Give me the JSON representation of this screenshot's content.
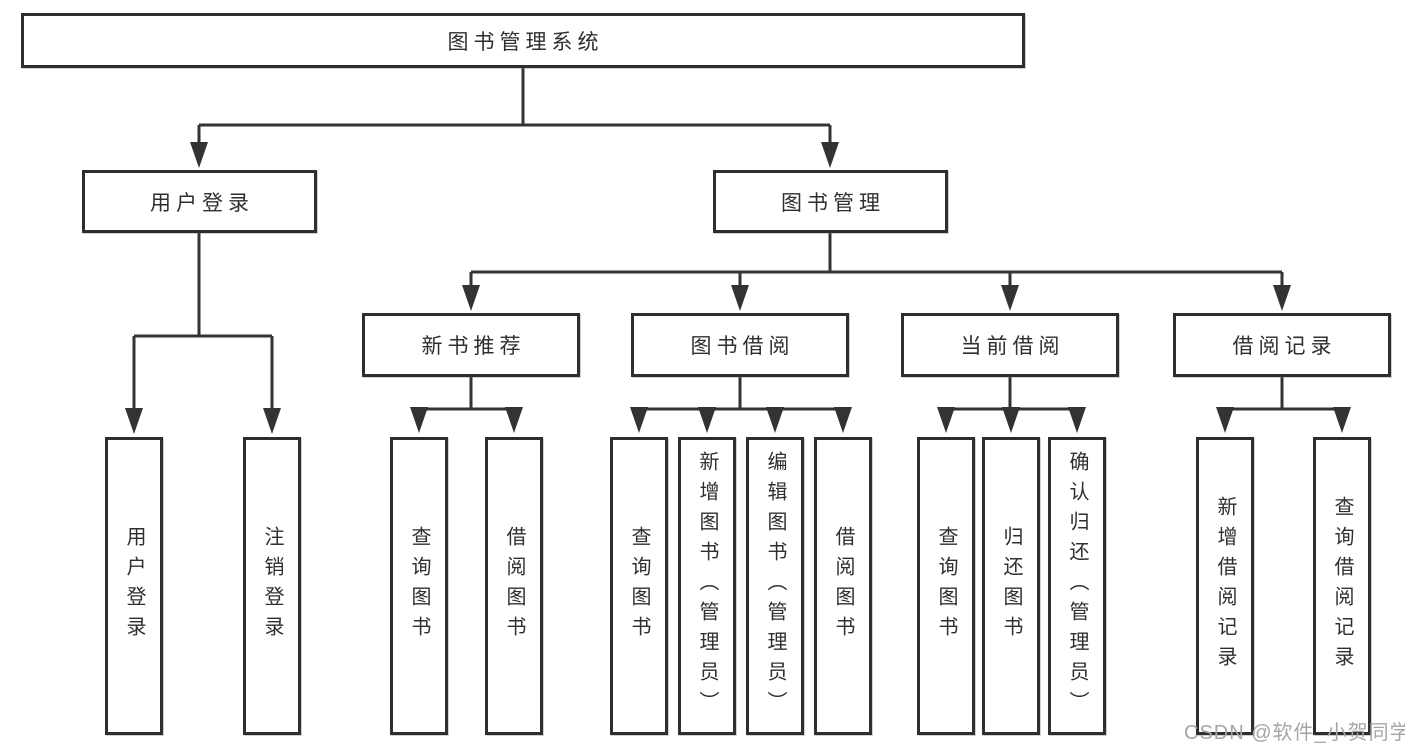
{
  "tree": {
    "root": {
      "label": "图书管理系统"
    },
    "branches": [
      {
        "label": "用户登录",
        "children": [
          {
            "label": "用户登录"
          },
          {
            "label": "注销登录"
          }
        ]
      },
      {
        "label": "图书管理",
        "children": [
          {
            "label": "新书推荐",
            "children": [
              {
                "label": "查询图书"
              },
              {
                "label": "借阅图书"
              }
            ]
          },
          {
            "label": "图书借阅",
            "children": [
              {
                "label": "查询图书"
              },
              {
                "label": "新增图书（管理员）"
              },
              {
                "label": "编辑图书（管理员）"
              },
              {
                "label": "借阅图书"
              }
            ]
          },
          {
            "label": "当前借阅",
            "children": [
              {
                "label": "查询图书"
              },
              {
                "label": "归还图书"
              },
              {
                "label": "确认归还（管理员）"
              }
            ]
          },
          {
            "label": "借阅记录",
            "children": [
              {
                "label": "新增借阅记录"
              },
              {
                "label": "查询借阅记录"
              }
            ]
          }
        ]
      }
    ]
  },
  "watermark": {
    "text": "CSDN @软件_小贺同学"
  },
  "colors": {
    "line": "#333333",
    "box_border": "#2e2e2e",
    "box_fill": "#ffffff",
    "text": "#2f2f2f",
    "watermark": "#a6a6a6",
    "background": "#ffffff"
  }
}
